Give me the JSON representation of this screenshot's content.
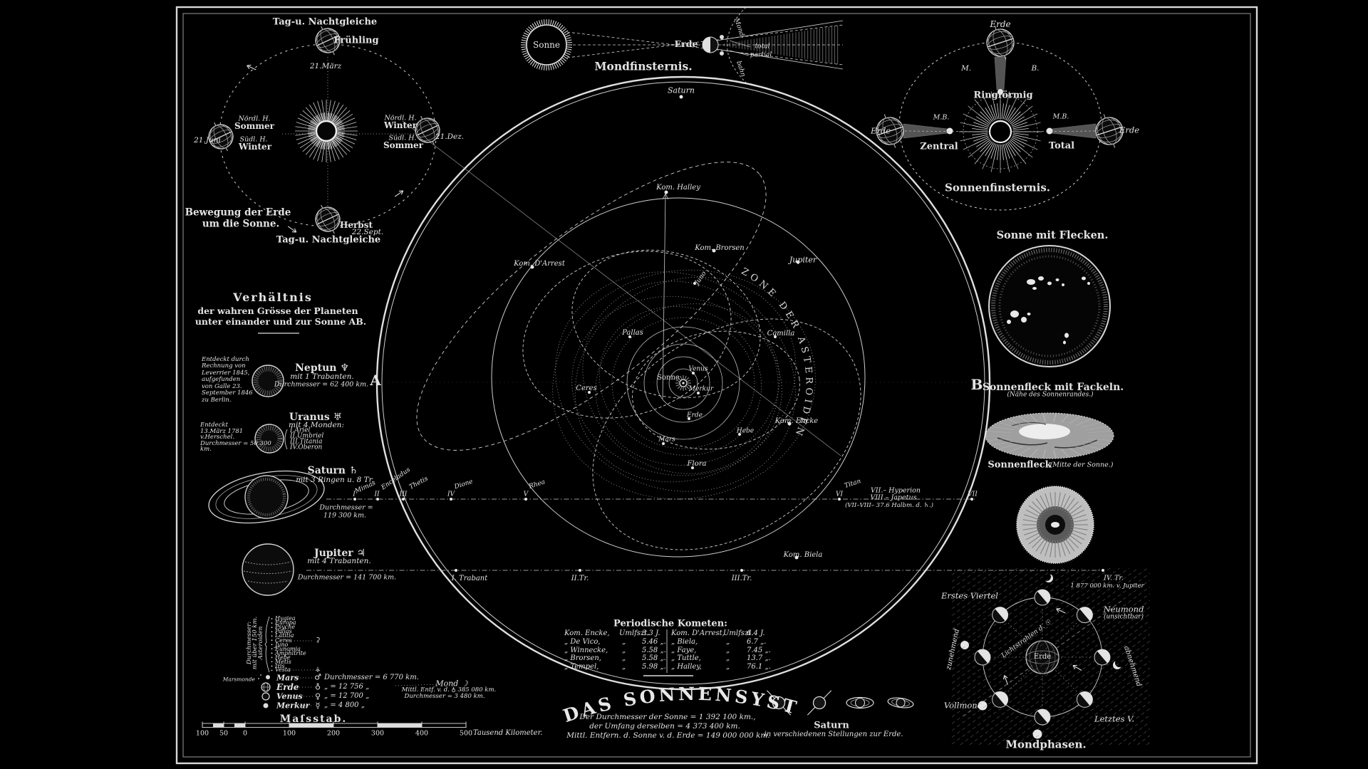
{
  "colors": {
    "ink": "#e3e3e3",
    "background": "#000000"
  },
  "seasons": {
    "equinox_top": "Tag-u. Nachtgleiche",
    "fruehling": "Frühling",
    "maerz": "21.März",
    "juni": "21.Juni",
    "nordl_h": "Nördl. H.",
    "suedl_h": "Südl. H.",
    "sommer": "Sommer",
    "winter": "Winter",
    "dez": "21.Dez.",
    "sept": "22.Sept.",
    "herbst": "Herbst",
    "equinox_bottom": "Tag-u. Nachtgleiche",
    "caption1": "Bewegung der Erde",
    "caption2": "um die Sonne."
  },
  "lunar_eclipse": {
    "sonne": "Sonne",
    "erde": "Erde",
    "title": "Mondfinsternis.",
    "total": "total",
    "partial": "partial",
    "mond": "Mond-",
    "bahn": "bahn"
  },
  "solar_eclipse": {
    "erde_top": "Erde",
    "m": "M.",
    "b": "B.",
    "ringfoermig": "Ringförmig",
    "mb_left": "M.B.",
    "zentral": "Zentral",
    "mb_right": "M.B.",
    "total": "Total",
    "erde_left": "Erde",
    "erde_right": "Erde",
    "title": "Sonnenfinsternis."
  },
  "sun_panels": {
    "flecken": "Sonne mit Flecken.",
    "fackeln": "Sonnenfleck mit Fackeln.",
    "fackeln_sub": "(Nähe des Sonnenrandes.)",
    "mitte": "Sonnenfleck",
    "mitte_sub": "(Mitte der Sonne.)"
  },
  "size_comparison": {
    "heading": [
      "Verhältnis",
      "der wahren Grösse der Planeten",
      "unter einander und zur Sonne AB."
    ],
    "letter_a": "A",
    "letter_b": "B",
    "neptun": {
      "name": "Neptun ♆",
      "sub": "mit 1 Trabanten.",
      "diam": "Durchmesser = 62 400 km.",
      "note": [
        "Entdeckt durch",
        "Rechnung von",
        "Leverrier 1845,",
        "aufgefunden",
        "von Galle 23.",
        "September 1846",
        "zu Berlin."
      ]
    },
    "uranus": {
      "name": "Uranus ♅",
      "sub": "mit 4 Monden:",
      "moons": [
        "I.Ariel",
        "II.Umbriel",
        "III.Titania",
        "IV.Oberon"
      ],
      "note": [
        "Entdeckt",
        "13.März 1781",
        "v.Herschel.",
        "Durchmesser = 50 300",
        "km."
      ]
    },
    "saturn": {
      "name": "Saturn ♄",
      "sub": "mit 3 Ringen u. 8 Tr.",
      "diam1": "Durchmesser =",
      "diam2": "119 300 km."
    },
    "jupiter": {
      "name": "Jupiter ♃",
      "sub": "mit 4 Trabanten.",
      "diam": "Durchmesser = 141 700 km."
    }
  },
  "saturn_moons": {
    "i": "I",
    "mimas": "Mimas",
    "ii": "II",
    "enceladus": "Enceladus",
    "iii": "III",
    "thetis": "Thetis",
    "iv": "IV",
    "dione": "Dione",
    "v": "V",
    "rhea": "Rhea",
    "vi": "VI",
    "titan": "Titan",
    "hyperion": "VII.– Hyperion",
    "japetus": "VIII.– Japetus",
    "halbm": "(VII–VIII– 37.6 Halbm. d. ♄.)",
    "vii": "VII"
  },
  "jupiter_moons": {
    "t1": "I. Trabant",
    "t2": "II.Tr.",
    "t3": "III.Tr.",
    "t4": "IV. Tr.",
    "dist": "1 877 000 km. v. Jupiter"
  },
  "map": {
    "labels": {
      "saturn": "Saturn",
      "kom_halley": "Kom. Halley",
      "kom_darrest": "Kom. D'Arrest",
      "kom_brorsen": "Kom. Brorsen",
      "jupiter": "Jupiter",
      "juno": "Juno",
      "zone": "ZONE DER ASTEROIDEN",
      "camilla": "Camilla",
      "pallas": "Pallas",
      "venus": "Venus",
      "sonne": "Sonne",
      "merkur": "Merkur",
      "erde": "Erde",
      "ceres": "Ceres",
      "mars": "Mars",
      "hebe": "Hebe",
      "kom_encke": "Kom. Encke",
      "flora": "Flora",
      "kom_biela": "Kom. Biela"
    }
  },
  "asteroid_table": {
    "vertical": [
      "Durchmesser:",
      "mit über 150 km.",
      "Asteroiden"
    ],
    "items": [
      "Hygiea",
      "Europa",
      "Psyche",
      "Pallas",
      "Lätitia",
      "Ceres",
      "Juno",
      "Eunomia",
      "Amphitrite",
      "Hebe",
      "Metis",
      "Iris",
      "Vesta"
    ],
    "ceres_symbol": "⚳",
    "vesta_symbol": "⚶",
    "marsmonde": "Marsmonde"
  },
  "planet_table": {
    "rows": [
      {
        "name": "Mars",
        "symbol": "♂",
        "value": "Durchmesser = 6 770  km."
      },
      {
        "name": "Erde",
        "symbol": "♁",
        "value": "„    = 12 756   „"
      },
      {
        "name": "Venus",
        "symbol": "♀",
        "value": "„    = 12 700   „"
      },
      {
        "name": "Merkur",
        "symbol": "☿",
        "value": "„    = 4 800   „"
      }
    ],
    "mond": "Mond ☽",
    "mond_dist": "Mittl. Entf. v. d. ♁ 385 080 km.",
    "mond_diam": "Durchmesser = 3 480 km."
  },
  "scale": {
    "title": "Maſsstab.",
    "ticks": [
      "100",
      "50",
      "0",
      "100",
      "200",
      "300",
      "400",
      "500"
    ],
    "unit": "Tausend Kilometer."
  },
  "comet_table": {
    "title": "Periodische Kometen:",
    "left": [
      [
        "Kom. Encke,",
        "Umlfszt.",
        "3.3 J."
      ],
      [
        "„  De Vico,",
        "„",
        "5.46 „."
      ],
      [
        "„  Winnecke,",
        "„",
        "5.58 „."
      ],
      [
        "„  Brorsen,",
        "„",
        "5.58 „."
      ],
      [
        "„  Tempel,",
        "„",
        "5.98 „."
      ]
    ],
    "right": [
      [
        "Kom. D'Arrest,",
        "Umlfszt.",
        "6.4 J."
      ],
      [
        "„  Biela,",
        "„",
        "6.7 „."
      ],
      [
        "„  Faye,",
        "„",
        "7.45 „."
      ],
      [
        "„  Tuttle,",
        "„",
        "13.7 „."
      ],
      [
        "„  Halley,",
        "„",
        "76.1 „."
      ]
    ]
  },
  "title": {
    "arc": "DAS  SONNENSYSTEM."
  },
  "sun_facts": [
    "Der Durchmesser der Sonne = 1 392 100 km.,",
    "der Umfang derselben = 4 373 400 km.",
    "Mittl. Entfern. d. Sonne v. d. Erde = 149 000 000 km."
  ],
  "saturn_positions": {
    "name": "Saturn",
    "sub": "in verschiedenen Stellungen zur Erde."
  },
  "moon_phases": {
    "erstes": "Erstes Viertel",
    "neumond": "Neumond",
    "unsichtbar": "(unsichtbar)",
    "zunehmend": "zunehmend",
    "abnehmend": "abnehmend",
    "vollm": "Vollmond",
    "letztes": "Letztes V.",
    "title": "Mondphasen.",
    "erde": "Erde",
    "licht": "Lichtstrahlen d. ☉"
  }
}
